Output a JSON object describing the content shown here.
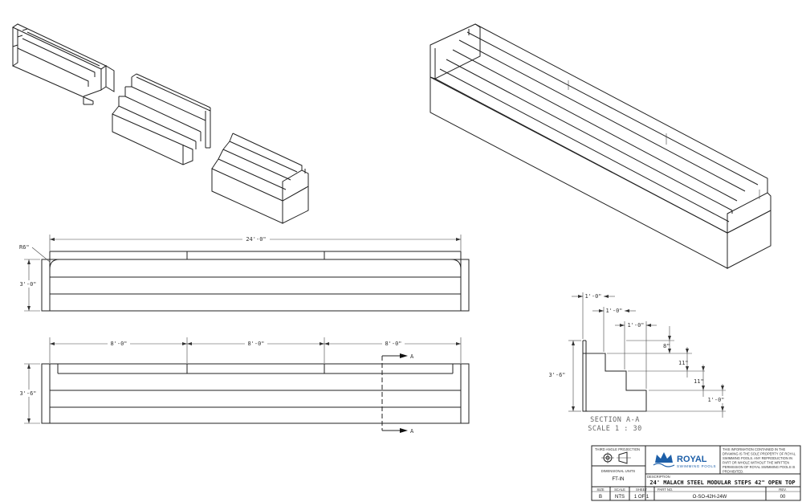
{
  "drawing": {
    "plan_view": {
      "overall_length": "24'-0\"",
      "radius": "R6\"",
      "height": "3'-0\""
    },
    "front_view": {
      "module_1": "8'-0\"",
      "module_2": "8'-0\"",
      "module_3": "8'-0\"",
      "height": "3'-6\"",
      "section_marker_top": "A",
      "section_marker_bottom": "A"
    },
    "section": {
      "tread_1": "1'-0\"",
      "tread_2": "1'-0\"",
      "tread_3": "1'-0\"",
      "riser_1": "8\"",
      "riser_2": "11\"",
      "riser_3": "11\"",
      "riser_4": "1'-0\"",
      "total_height": "3'-6\"",
      "title": "SECTION A-A",
      "scale": "SCALE 1 : 30"
    }
  },
  "title_block": {
    "projection_label": "THIRD ANGLE PROJECTION",
    "dimensional_units_label": "DIMENSIONAL UNITS",
    "units": "FT-IN",
    "company": "ROYAL",
    "company_sub": "SWIMMING POOLS",
    "notice_lines": [
      "THIS INFORMATION CONTAINED IN THE",
      "DRAWING IS THE SOLE PROPERTY OF ROYAL",
      "SWIMMING POOLS. ANY REPRODUCTION IN",
      "PART OR WHOLE WITHOUT THE WRITTEN",
      "PERMISSION OF ROYAL SWIMMING POOLS IS",
      "PROHIBITED."
    ],
    "description_label": "DESCRIPTION",
    "description": "24' MALACH STEEL MODULAR STEPS 42\" OPEN TOP",
    "size_label": "SIZE",
    "size": "B",
    "scale_label": "SCALE",
    "scale": "NTS",
    "sheet_label": "SHEET",
    "sheet": "1 OF 1",
    "part_no_label": "PART NO.",
    "part_no": "O-SO-42H-24W",
    "rev_label": "REV.",
    "rev": "00"
  },
  "colors": {
    "line": "#222222",
    "logo_blue": "#1d5fa8"
  }
}
